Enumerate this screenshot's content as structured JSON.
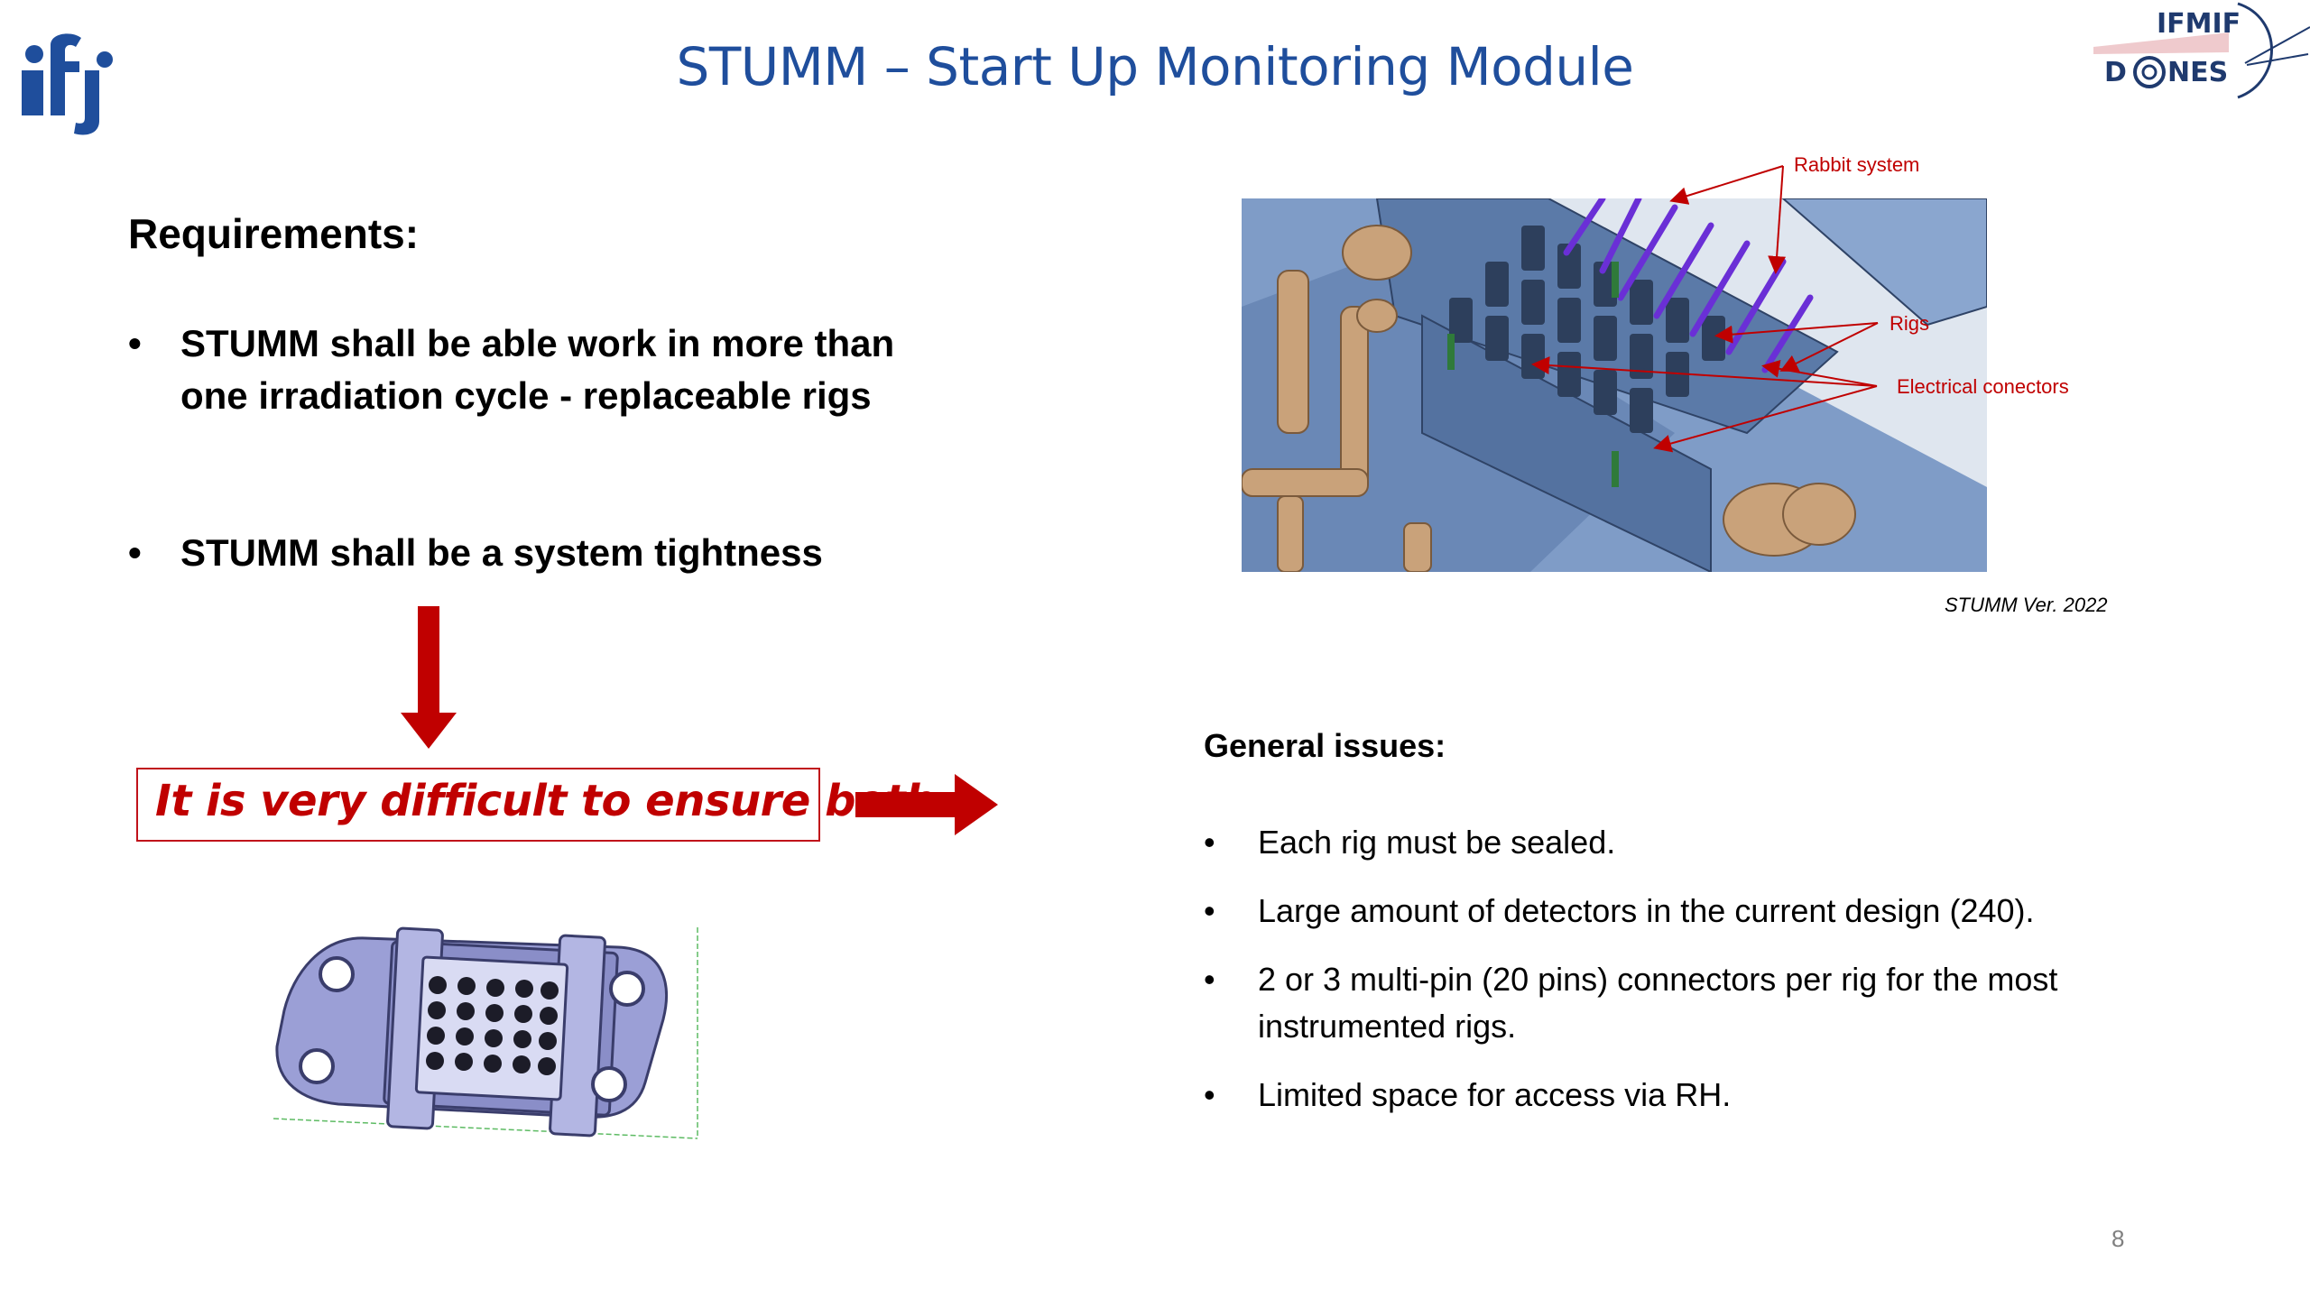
{
  "slide": {
    "title": "STUMM – Start Up Monitoring Module",
    "page_number": "8"
  },
  "logos": {
    "left": {
      "name": "ifj-logo",
      "color": "#1f4e9c"
    },
    "right": {
      "text_line1": "IFMIF",
      "text_line2": "DONES",
      "color": "#1f3a6e"
    }
  },
  "requirements": {
    "heading": "Requirements:",
    "items": [
      {
        "bullet": "•",
        "text": "STUMM shall be able work in more than one irradiation cycle - replaceable rigs"
      },
      {
        "bullet": "•",
        "text": "STUMM shall be a system tightness"
      }
    ]
  },
  "warning": {
    "text": "It is very difficult to ensure both",
    "color": "#c00000"
  },
  "figure": {
    "callouts": {
      "rabbit": "Rabbit system",
      "rigs": "Rigs",
      "electrical": "Electrical conectors"
    },
    "caption": "STUMM Ver. 2022"
  },
  "general_issues": {
    "heading": "General issues:",
    "items": [
      {
        "bullet": "•",
        "text": "Each rig must be sealed."
      },
      {
        "bullet": "•",
        "text": "Large amount of detectors in the current design (240)."
      },
      {
        "bullet": "•",
        "text": "2 or 3 multi-pin (20 pins) connectors per rig for the most instrumented rigs."
      },
      {
        "bullet": "•",
        "text": "Limited space for access via RH."
      }
    ]
  },
  "colors": {
    "title": "#1f4e9c",
    "accent_red": "#c00000",
    "cad_blue": "#6f8fbf",
    "cad_bronze": "#c9a27a"
  }
}
